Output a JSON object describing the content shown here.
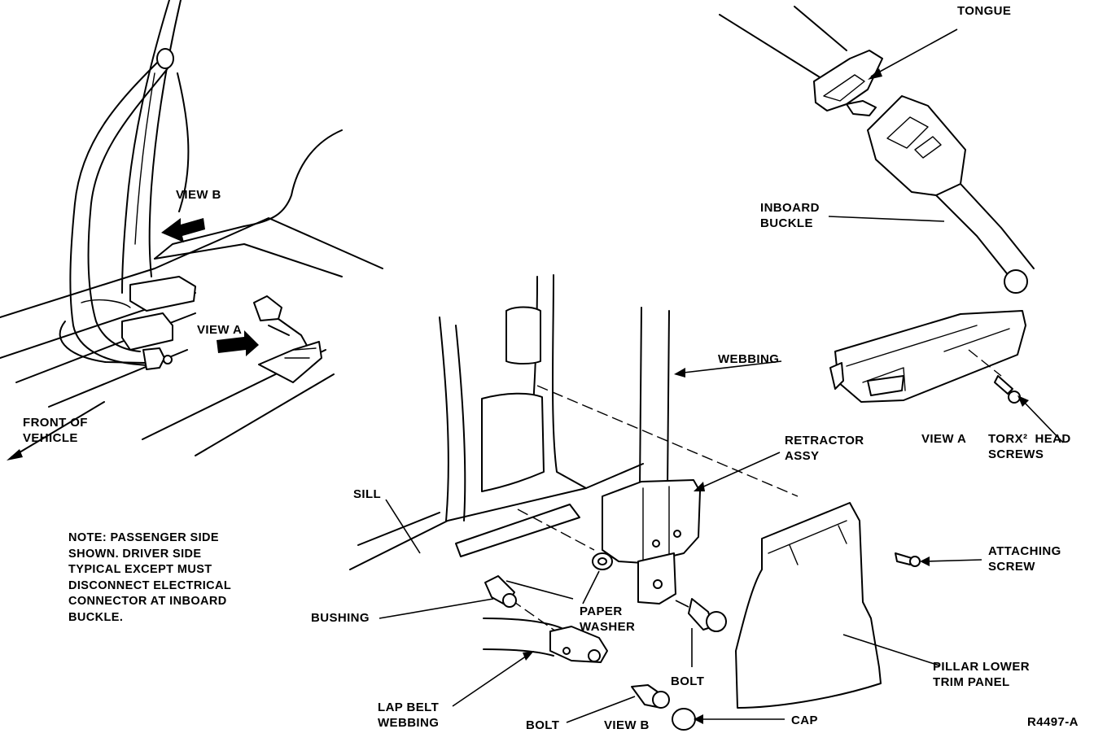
{
  "labels": {
    "tongue": "TONGUE",
    "inboard_buckle": "INBOARD\nBUCKLE",
    "view_b_top": "VIEW B",
    "view_a_left": "VIEW A",
    "front_of_vehicle": "FRONT OF\nVEHICLE",
    "webbing": "WEBBING",
    "retractor_assy": "RETRACTOR\nASSY",
    "view_a_right": "VIEW A",
    "torx_head_screws": "TORX²  HEAD\nSCREWS",
    "sill": "SILL",
    "attaching_screw": "ATTACHING\nSCREW",
    "bushing": "BUSHING",
    "paper_washer": "PAPER\nWASHER",
    "pillar_lower_trim_panel": "PILLAR LOWER\nTRIM PANEL",
    "bolt_right": "BOLT",
    "lap_belt_webbing": "LAP BELT\nWEBBING",
    "bolt_bottom": "BOLT",
    "view_b_bottom": "VIEW B",
    "cap": "CAP",
    "figure_code": "R4497-A"
  },
  "note": "NOTE: PASSENGER SIDE\nSHOWN. DRIVER SIDE\nTYPICAL EXCEPT MUST\nDISCONNECT ELECTRICAL\nCONNECTOR AT INBOARD\nBUCKLE."
}
